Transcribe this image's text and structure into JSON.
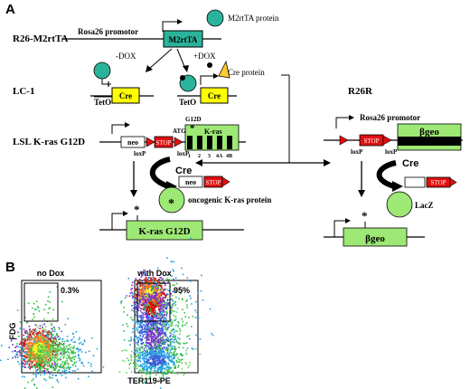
{
  "panel_a": {
    "letter": "A",
    "rows": {
      "r26_m2rtta": "R26-M2rtTA",
      "lc1": "LC-1",
      "lsl_kras": "LSL K-ras G12D",
      "r26r": "R26R"
    },
    "labels": {
      "rosa26_promotor_left": "Rosa26 promotor",
      "rosa26_promotor_right": "Rosa26 promotor",
      "m2rtta_box": "M2rtTA",
      "m2rtta_protein": "M2rtTA protein",
      "minus_dox": "-DOX",
      "plus_dox": "+DOX",
      "cre_protein": "Cre protein",
      "cre_box_left": "Cre",
      "cre_box_right": "Cre",
      "teto_left": "TetO",
      "teto_right": "TetO",
      "neo": "neo",
      "stop": "STOP",
      "atg": "ATG",
      "g12d": "G12D",
      "kras": "K-ras",
      "exons": [
        "1",
        "2",
        "3",
        "4A",
        "4B"
      ],
      "loxp": "loxP",
      "cre_arrow_left": "Cre",
      "cre_arrow_right": "Cre",
      "oncogenic": "oncogenic K-ras protein",
      "kras_g12d_box": "K-ras G12D",
      "bgeo": "βgeo",
      "lacz": "LacZ",
      "asterisk": "*"
    }
  },
  "panel_b": {
    "letter": "B",
    "y_label": "FDG",
    "x_label": "TER119-PE",
    "plots": [
      {
        "title": "no Dox",
        "gate_percent": "0.3%"
      },
      {
        "title": "with Dox",
        "gate_percent": "95%"
      }
    ]
  },
  "colors": {
    "teal": "#2ab39a",
    "yellow": "#ffff00",
    "red": "#e01010",
    "green": "#9ee876",
    "cre_triangle": "#ffcc33"
  }
}
